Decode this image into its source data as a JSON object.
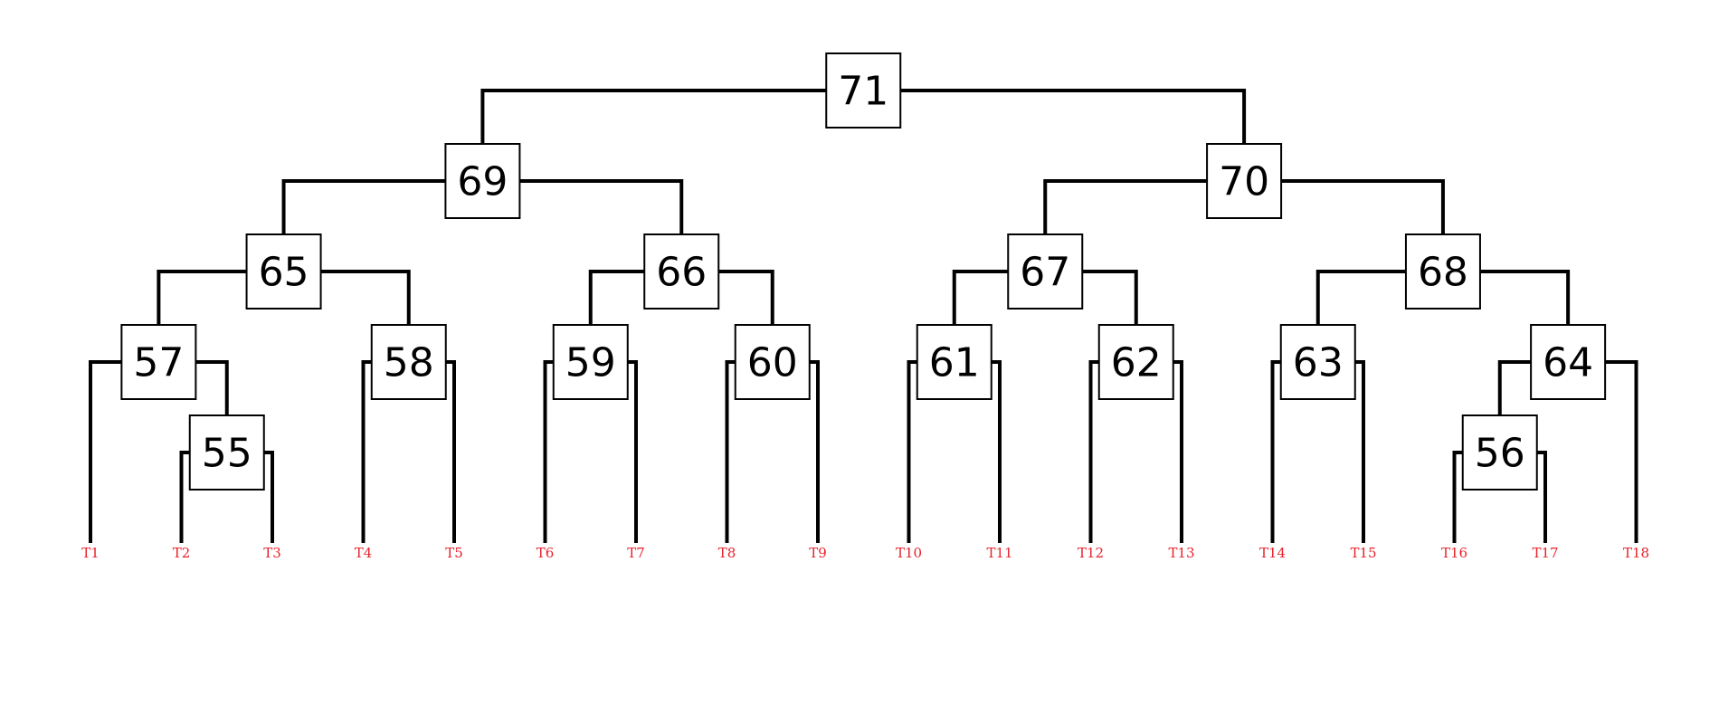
{
  "colors": {
    "line": "#000000",
    "node_border": "#000000",
    "leaf_label": "#e8202a",
    "background": "#ffffff"
  },
  "leaves": [
    "T1",
    "T2",
    "T3",
    "T4",
    "T5",
    "T6",
    "T7",
    "T8",
    "T9",
    "T10",
    "T11",
    "T12",
    "T13",
    "T14",
    "T15",
    "T16",
    "T17",
    "T18"
  ],
  "nodes": [
    {
      "label": "55",
      "children": [
        "T2",
        "T3"
      ]
    },
    {
      "label": "56",
      "children": [
        "T16",
        "T17"
      ]
    },
    {
      "label": "57",
      "children": [
        "T1",
        "55"
      ]
    },
    {
      "label": "58",
      "children": [
        "T4",
        "T5"
      ]
    },
    {
      "label": "59",
      "children": [
        "T6",
        "T7"
      ]
    },
    {
      "label": "60",
      "children": [
        "T8",
        "T9"
      ]
    },
    {
      "label": "61",
      "children": [
        "T10",
        "T11"
      ]
    },
    {
      "label": "62",
      "children": [
        "T12",
        "T13"
      ]
    },
    {
      "label": "63",
      "children": [
        "T14",
        "T15"
      ]
    },
    {
      "label": "64",
      "children": [
        "56",
        "T18"
      ]
    },
    {
      "label": "65",
      "children": [
        "57",
        "58"
      ]
    },
    {
      "label": "66",
      "children": [
        "59",
        "60"
      ]
    },
    {
      "label": "67",
      "children": [
        "61",
        "62"
      ]
    },
    {
      "label": "68",
      "children": [
        "63",
        "64"
      ]
    },
    {
      "label": "69",
      "children": [
        "65",
        "66"
      ]
    },
    {
      "label": "70",
      "children": [
        "67",
        "68"
      ]
    },
    {
      "label": "71",
      "children": [
        "69",
        "70"
      ]
    }
  ]
}
